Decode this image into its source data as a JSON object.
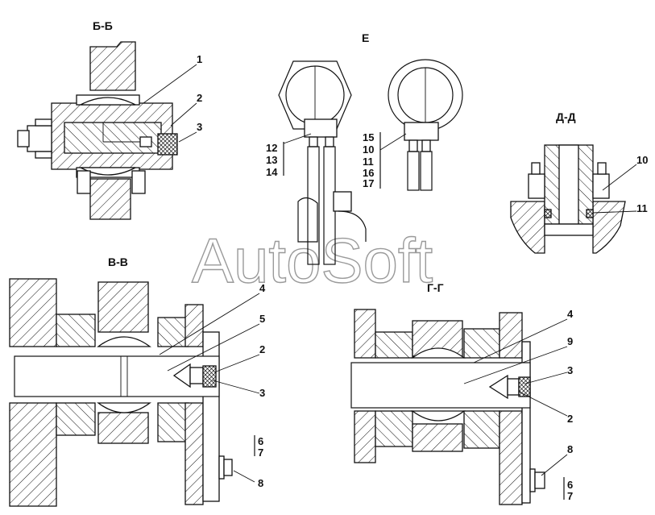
{
  "watermark": "AutoSoft",
  "views": {
    "bb": {
      "title": "Б-Б",
      "callouts": [
        "1",
        "2",
        "3"
      ]
    },
    "e": {
      "title": "Е",
      "left_group": [
        "12",
        "13",
        "14"
      ],
      "right_group": [
        "15",
        "10",
        "11",
        "16",
        "17"
      ]
    },
    "dd": {
      "title": "Д-Д",
      "callouts": [
        "10",
        "11"
      ]
    },
    "vv": {
      "title": "В-В",
      "callouts": [
        "4",
        "5",
        "2",
        "3"
      ],
      "bracket": [
        "6",
        "7"
      ],
      "bolt": "8"
    },
    "gg": {
      "title": "Г-Г",
      "callouts": [
        "4",
        "9",
        "3",
        "2"
      ],
      "bolt": "8",
      "bracket": [
        "6",
        "7"
      ]
    }
  }
}
